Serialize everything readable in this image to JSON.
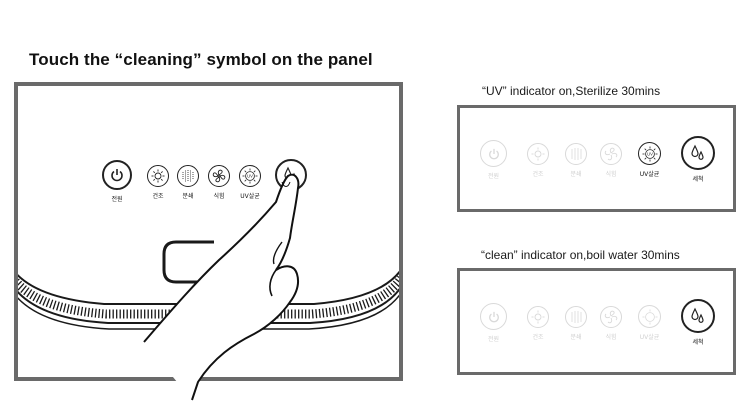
{
  "title": "Touch the “cleaning” symbol on the panel",
  "captions": {
    "uv": "“UV” indicator on,Sterilize 30mins",
    "clean": "“clean” indicator on,boil water 30mins"
  },
  "panel_buttons": {
    "power": "전원",
    "dry": "건조",
    "spray": "분쇄",
    "cool": "식힘",
    "uv": "UV살균",
    "clean": "세척"
  },
  "uv_icon_text": "UV",
  "states": {
    "uv_indicator": {
      "active": [
        "uv",
        "clean"
      ]
    },
    "clean_indicator": {
      "active": [
        "clean"
      ]
    }
  },
  "colors": {
    "active_stroke": "#222222",
    "inactive_stroke": "#d9d9d9",
    "frame": "#6a6a6a"
  },
  "icons": [
    "power-icon",
    "sun-icon",
    "spray-icon",
    "fan-icon",
    "uv-icon",
    "water-drop-icon",
    "hand-icon"
  ]
}
